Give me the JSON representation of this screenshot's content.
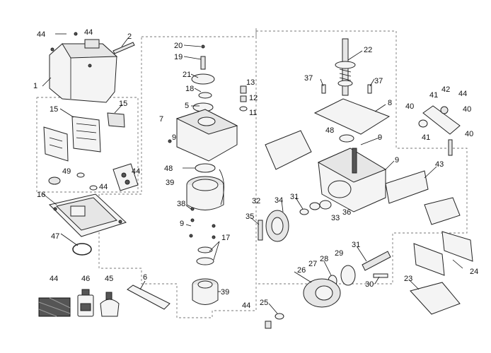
{
  "part_labels": {
    "p44a": "44",
    "p44b": "44",
    "p2": "2",
    "p1": "1",
    "p15a": "15",
    "p15b": "15",
    "p49": "49",
    "p44c": "44",
    "p44d": "44",
    "p16": "16",
    "p47": "47",
    "p44e": "44",
    "p46": "46",
    "p45": "45",
    "p6": "6",
    "p20": "20",
    "p19": "19",
    "p21": "21",
    "p18": "18",
    "p5": "5",
    "p7": "7",
    "p9a": "9",
    "p48a": "48",
    "p39a": "39",
    "p38": "38",
    "p9b": "9",
    "p17": "17",
    "p39b": "39",
    "p13": "13",
    "p12": "12",
    "p11": "11",
    "p22": "22",
    "p37a": "37",
    "p37b": "37",
    "p8": "8",
    "p48b": "48",
    "p9c": "9",
    "p9d": "9",
    "p32": "32",
    "p34": "34",
    "p31a": "31",
    "p33": "33",
    "p36": "36",
    "p35": "35",
    "p41a": "41",
    "p42": "42",
    "p44f": "44",
    "p40a": "40",
    "p40b": "40",
    "p41b": "41",
    "p40c": "40",
    "p43": "43",
    "p24": "24",
    "p29": "29",
    "p28": "28",
    "p27": "27",
    "p26": "26",
    "p31b": "31",
    "p30": "30",
    "p25": "25",
    "p44g": "44",
    "p23": "23"
  },
  "icons": [
    "cover-part",
    "gearbox-housing",
    "worm-shaft",
    "gear-wheel",
    "pcb-board",
    "battery-pack",
    "bracket",
    "oil-bottle"
  ]
}
